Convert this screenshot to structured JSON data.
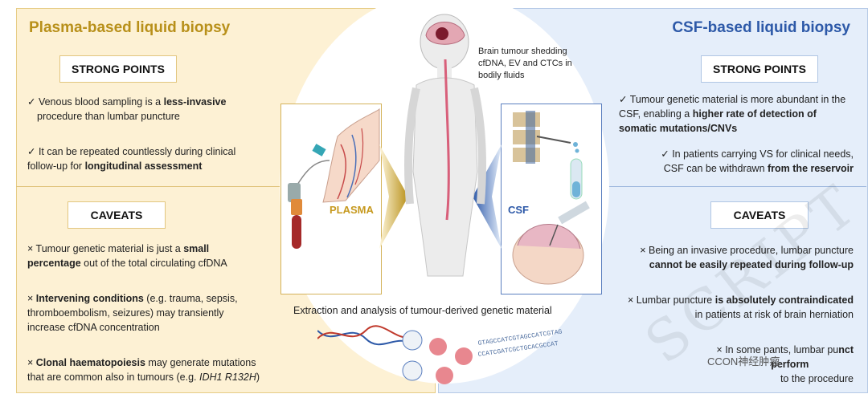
{
  "plasma": {
    "title": "Plasma-based liquid biopsy",
    "strong_label": "STRONG POINTS",
    "strong1_pre": "Venous blood sampling is a ",
    "strong1_bold": "less-invasive",
    "strong1_post": "procedure than lumbar puncture",
    "strong2_pre": "It can be repeated countlessly during clinical follow-up for ",
    "strong2_bold": "longitudinal assessment",
    "caveats_label": "CAVEATS",
    "cav1_pre": "Tumour genetic material is just a ",
    "cav1_bold": "small percentage",
    "cav1_post": " out of the total circulating cfDNA",
    "cav2_bold": "Intervening conditions",
    "cav2_post": " (e.g. trauma, sepsis,  thromboembolism, seizures) may transiently increase cfDNA concentration",
    "cav3_bold": "Clonal haematopoiesis",
    "cav3_post": " may generate mutations that are common also in tumours (e.g. ",
    "cav3_ital": "IDH1 R132H",
    "cav3_end": ")",
    "box_label": "PLASMA"
  },
  "csf": {
    "title": "CSF-based liquid biopsy",
    "strong_label": "STRONG POINTS",
    "strong1_pre": "Tumour genetic material is more abundant in the CSF, enabling a ",
    "strong1_bold": "higher rate of detection of somatic mutations/CNVs",
    "strong2_pre": "In patients carrying VS for clinical needs, CSF can be withdrawn ",
    "strong2_bold": "from the reservoir",
    "caveats_label": "CAVEATS",
    "cav1_pre": "Being an invasive procedure, lumbar puncture ",
    "cav1_bold": "cannot be easily repeated during follow-up",
    "cav2_pre": "Lumbar puncture ",
    "cav2_bold": "is absolutely contraindicated",
    "cav2_post": " in patients at risk of brain herniation",
    "cav3_pre": "In some pa",
    "cav3_mid": "nts, lumbar pu",
    "cav3_bold": "nct",
    "cav3_line2": "perform",
    "cav3_end": "to the procedure",
    "box_label": "CSF"
  },
  "center": {
    "brain_caption": "Brain tumour shedding cfDNA, EV and CTCs in bodily fluids",
    "bottom_caption": "Extraction and analysis of tumour-derived genetic material",
    "seq1": "GTAGCCATCGTAGCCATCGTAG",
    "seq2": "CCATCGATCGCTGCACGCCAT"
  },
  "watermark": "SCRIPT",
  "wechat_handle": "CCON神经肿瘤",
  "colors": {
    "plasma_bg": "#fdf1d4",
    "plasma_title": "#b8901a",
    "csf_bg": "#e5eefa",
    "csf_title": "#2d59a8"
  }
}
